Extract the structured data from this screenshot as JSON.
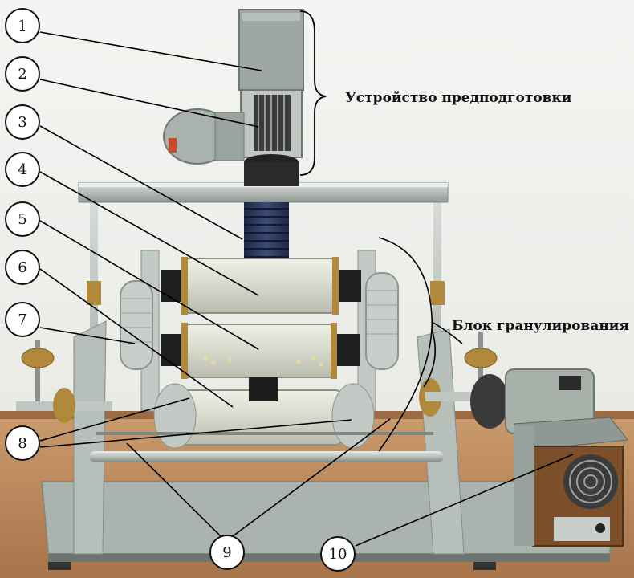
{
  "labels": {
    "preprocessing_device": "Устройство предподготовки",
    "granulation_block": "Блок гранулирования"
  },
  "callouts": [
    "1",
    "2",
    "3",
    "4",
    "5",
    "6",
    "7",
    "8",
    "9",
    "10"
  ],
  "colors": {
    "frame": "#9aa39d",
    "table": "#b7855a",
    "hose": "#2e3a5e",
    "drum_glass": "#d9dccf",
    "brass": "#b08a3a",
    "motor_grey": "#a8b0aa"
  }
}
